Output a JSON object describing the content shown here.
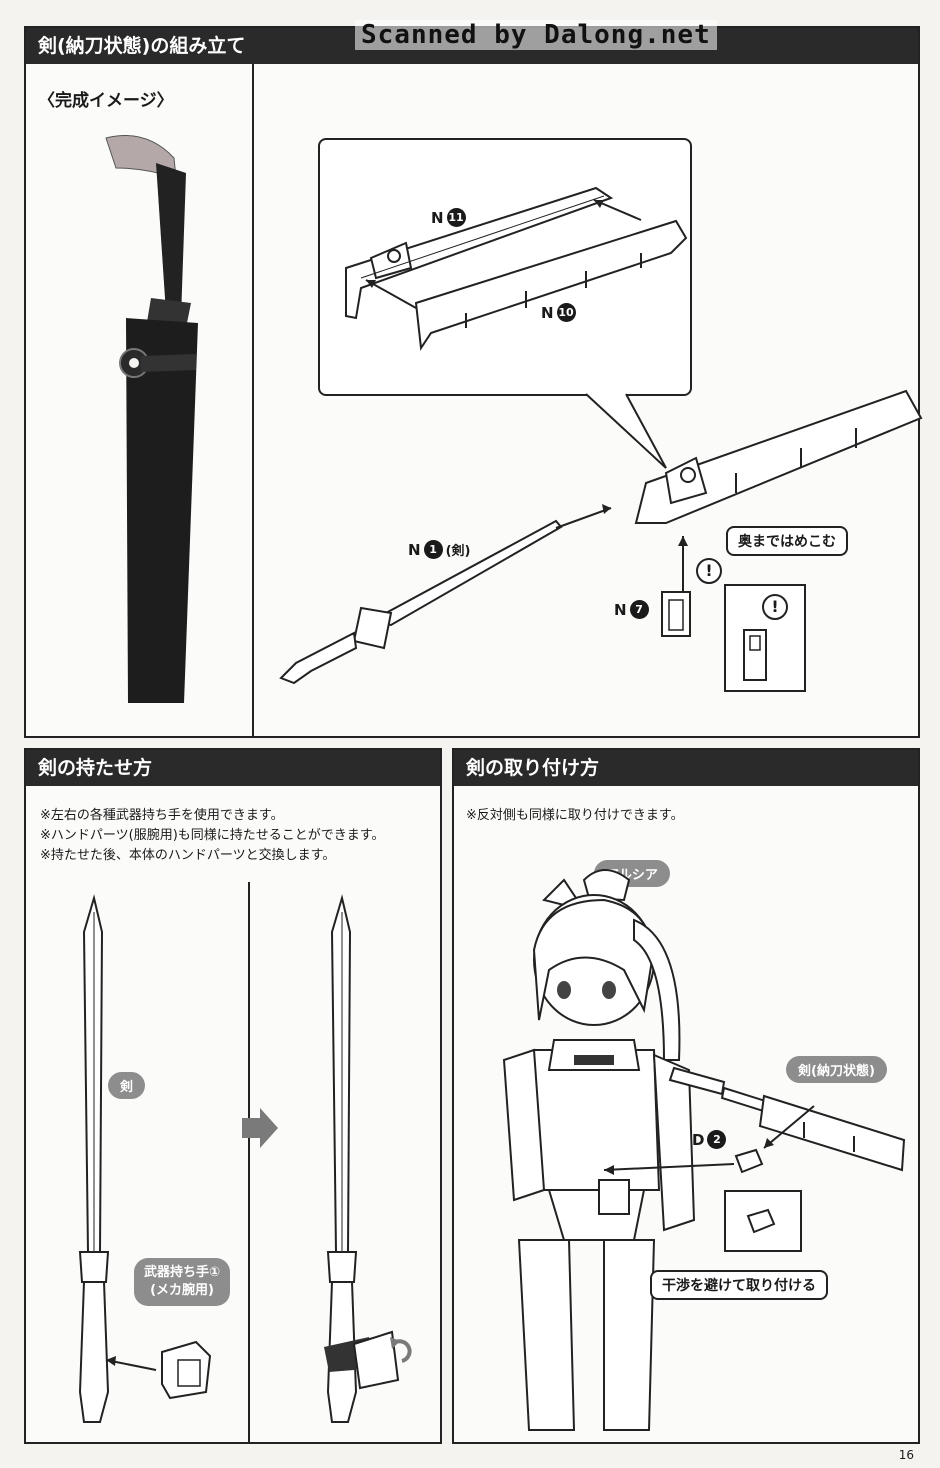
{
  "scan_credit": "Scanned by Dalong.net",
  "top_section": {
    "title": "剣(納刀状態)の組み立て",
    "image_label": "〈完成イメージ〉",
    "parts": {
      "n11": {
        "letter": "N",
        "num": "11"
      },
      "n10": {
        "letter": "N",
        "num": "10"
      },
      "n1": {
        "letter": "N",
        "num": "1",
        "suffix": "(剣)"
      },
      "n7": {
        "letter": "N",
        "num": "7"
      }
    },
    "callout": "奥まではめこむ",
    "warning_mark": "!"
  },
  "hold_section": {
    "title": "剣の持たせ方",
    "notes": [
      "※左右の各種武器持ち手を使用できます。",
      "※ハンドパーツ(服腕用)も同様に持たせることができます。",
      "※持たせた後、本体のハンドパーツと交換します。"
    ],
    "sword_pill": "剣",
    "hand_label_line1": "武器持ち手①",
    "hand_label_line2": "(メカ腕用)"
  },
  "attach_section": {
    "title": "剣の取り付け方",
    "note": "※反対側も同様に取り付けできます。",
    "character_pill": "アルシア",
    "sword_pill": "剣(納刀状態)",
    "part_d2": {
      "letter": "D",
      "num": "2"
    },
    "callout": "干渉を避けて取り付ける"
  },
  "page_number": "16",
  "colors": {
    "header_bg": "#2a2a2a",
    "pill_bg": "#8d8d8d",
    "paper": "#fbfbf9"
  }
}
